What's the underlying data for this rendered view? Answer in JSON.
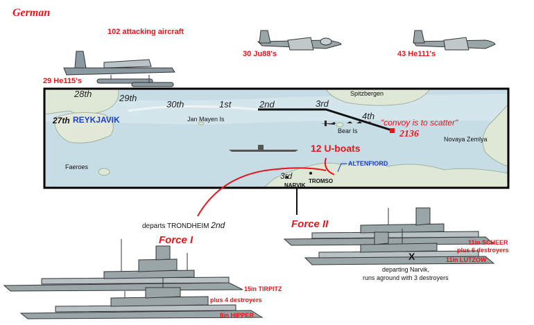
{
  "header": {
    "title": "German"
  },
  "aircraft": {
    "total_label": "102 attacking aircraft",
    "he115_label": "29 He115's",
    "ju88_label": "30 Ju88's",
    "he111_label": "43 He111's"
  },
  "map": {
    "days": [
      "28th",
      "29th",
      "30th",
      "1st",
      "2nd",
      "3rd",
      "4th",
      "27th"
    ],
    "places": {
      "reykjavik": "REYKJAVIK",
      "spitzbergen": "Spitzbergen",
      "jan_mayen": "Jan Mayen Is",
      "bear_island": "Bear Is",
      "novaya_zemlya": "Novaya Zemlya",
      "faeroes": "Faeroes",
      "altenfiord": "ALTENFIORD",
      "tromso": "TROMSO",
      "narvik": "NARVIK",
      "narvik_day": "3rd"
    },
    "scatter_quote": "\"convoy is to scatter\"",
    "scatter_time": "2136",
    "uboats": "12 U-boats"
  },
  "forces": {
    "trondheim_prefix": "departs TRONDHEIM",
    "trondheim_day": "2nd",
    "force1": "Force I",
    "force2": "Force II",
    "tirpitz": "15in TIRPITZ",
    "tirpitz_escort": "plus 4 destroyers",
    "hipper": "8in HIPPER",
    "scheer": "11in SCHEER",
    "scheer_escort": "plus 6 destroyers",
    "lutzow": "11in LUTZOW",
    "lutzow_mark": "X",
    "lutzow_note_1": "departing Narvik,",
    "lutzow_note_2": "runs aground with 3 destroyers"
  },
  "colors": {
    "accent_red": "#e8141c",
    "sea": "#c7dde6",
    "land": "#dfe7d6",
    "blue_label": "#1a3fd0"
  }
}
